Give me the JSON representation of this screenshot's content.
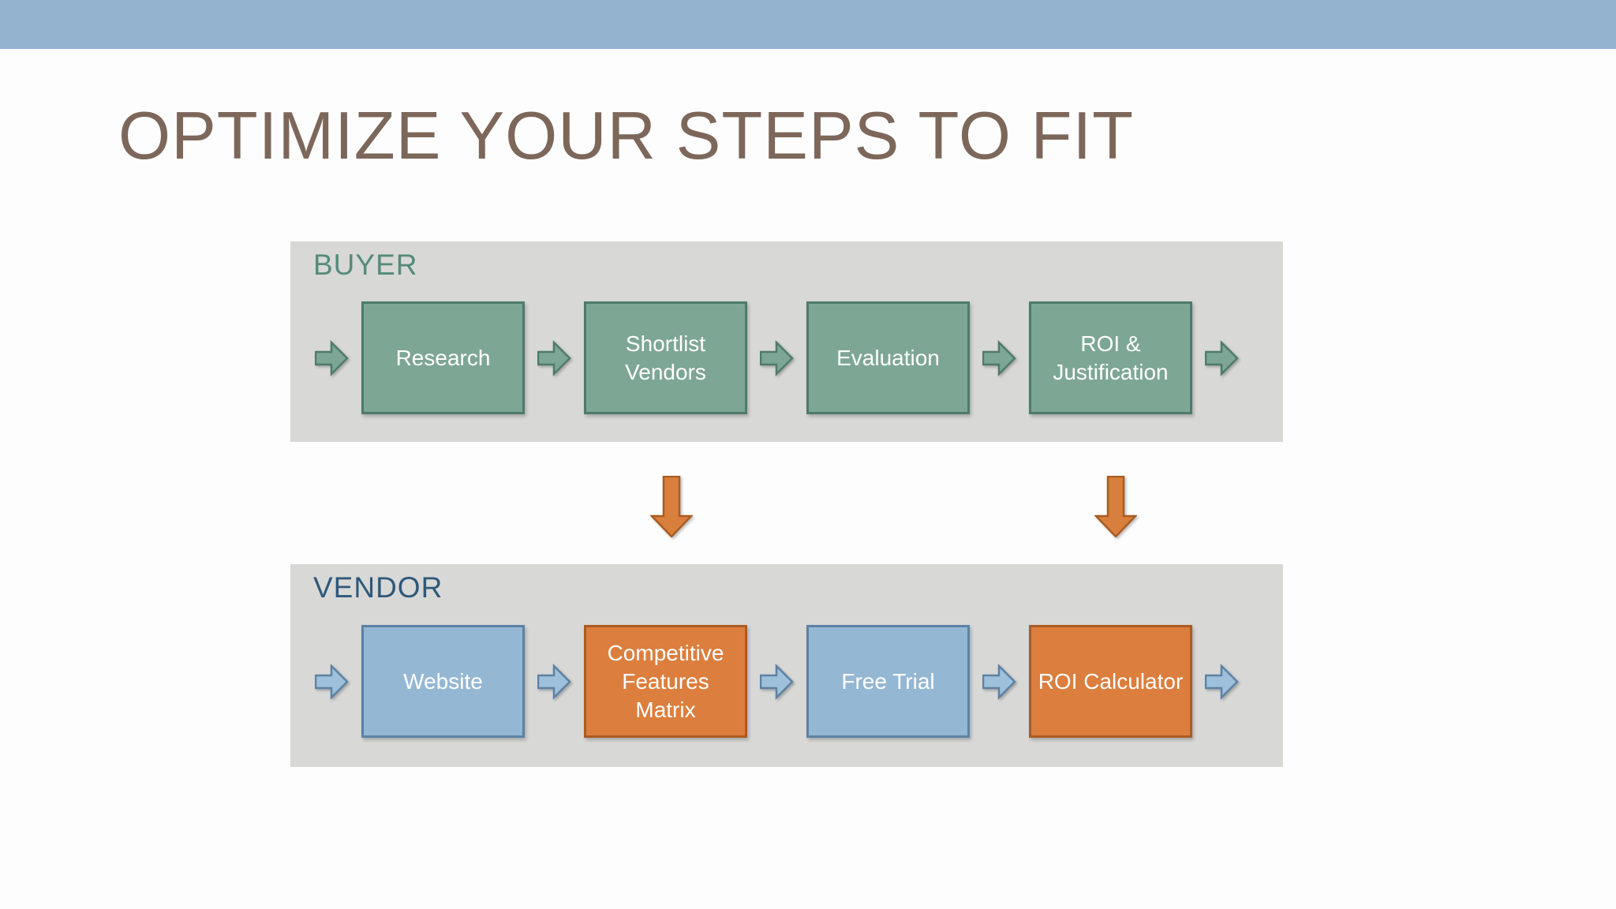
{
  "slide": {
    "title": "OPTIMIZE YOUR STEPS TO FIT"
  },
  "colors": {
    "top_bar": "#93b3cf",
    "panel_bg": "#d8d8d7",
    "title_text": "#7c675a",
    "buyer_label_color": "#558b7a",
    "vendor_label_color": "#2e587a",
    "green_fill": "#7da695",
    "green_border": "#4d7b6a",
    "blue_fill": "#94b7d3",
    "blue_arrow_fill": "#9fc0da",
    "blue_border": "#5b82a4",
    "orange_fill": "#dc7e3d",
    "orange_arrow_fill": "#d97f3e",
    "orange_border": "#aa5c22",
    "box_text": "#ffffff"
  },
  "buyer": {
    "label": "BUYER",
    "steps": [
      {
        "label": "Research",
        "style": "green"
      },
      {
        "label": "Shortlist Vendors",
        "style": "green"
      },
      {
        "label": "Evaluation",
        "style": "green"
      },
      {
        "label": "ROI & Justification",
        "style": "green"
      }
    ],
    "arrow_style": "green"
  },
  "vendor": {
    "label": "VENDOR",
    "steps": [
      {
        "label": "Website",
        "style": "blue"
      },
      {
        "label": "Competitive Features Matrix",
        "style": "orange"
      },
      {
        "label": "Free Trial",
        "style": "blue"
      },
      {
        "label": "ROI Calculator",
        "style": "orange"
      }
    ],
    "arrow_style": "blue"
  },
  "connectors": [
    {
      "from": "Shortlist Vendors",
      "to": "Competitive Features Matrix",
      "style": "orange-down"
    },
    {
      "from": "ROI & Justification",
      "to": "ROI Calculator",
      "style": "orange-down"
    }
  ]
}
